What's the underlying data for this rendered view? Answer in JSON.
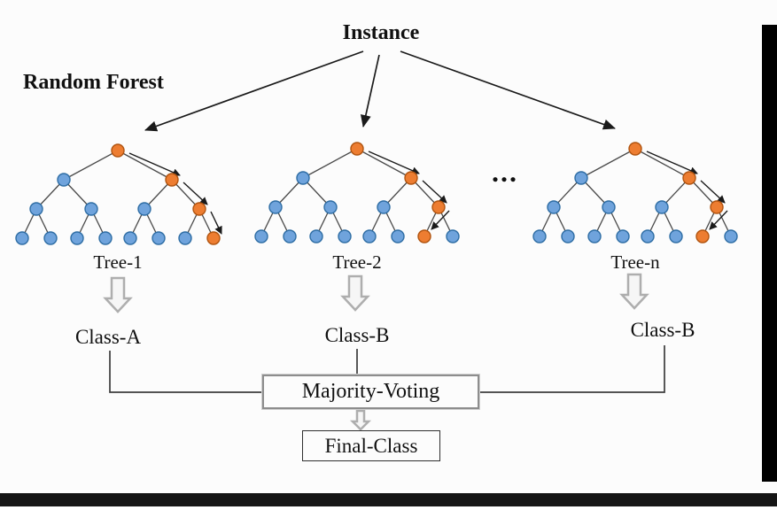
{
  "diagram": {
    "heading": "Random Forest",
    "input_label": "Instance",
    "ellipsis": "...",
    "trees": [
      {
        "label": "Tree-1",
        "vote": "Class-A"
      },
      {
        "label": "Tree-2",
        "vote": "Class-B"
      },
      {
        "label": "Tree-n",
        "vote": "Class-B"
      }
    ],
    "aggregator": {
      "label": "Majority-Voting"
    },
    "output": {
      "label": "Final-Class"
    },
    "colors": {
      "node_blue": "#6fa3dc",
      "node_blue_stroke": "#2e6da4",
      "node_orange": "#ed7d31",
      "node_orange_stroke": "#b05410",
      "edge": "#4a4a4a",
      "arrow": "#1a1a1a",
      "block_arrow_stroke": "#aeaeae",
      "block_arrow_fill": "#f6f6f6",
      "connector": "#3c3c3c"
    }
  }
}
